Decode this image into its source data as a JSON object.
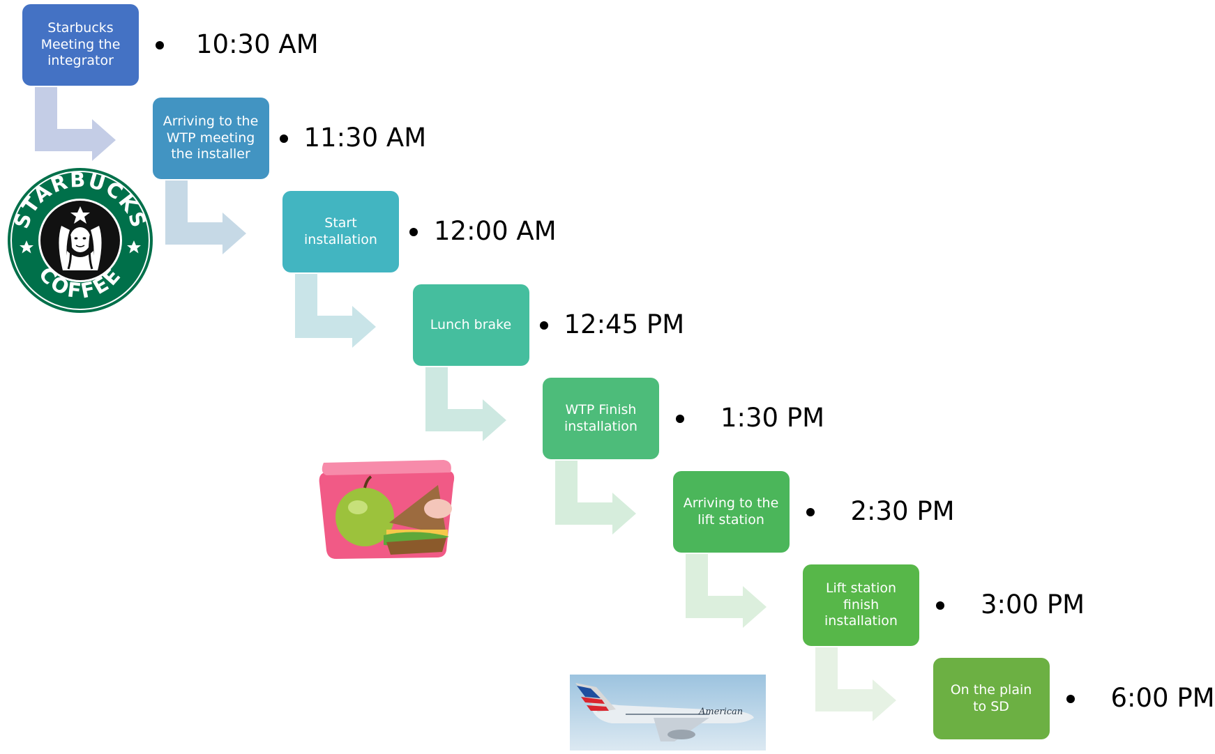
{
  "steps": [
    {
      "label": "Starbucks Meeting the integrator",
      "time": "10:30 AM",
      "color": "#4472C4"
    },
    {
      "label": "Arriving to the WTP meeting the installer",
      "time": "11:30 AM",
      "color": "#4294C2"
    },
    {
      "label": "Start installation",
      "time": "12:00 AM",
      "color": "#42B5C1"
    },
    {
      "label": "Lunch brake",
      "time": "12:45 PM",
      "color": "#45BE9E"
    },
    {
      "label": "WTP Finish installation",
      "time": "1:30 PM",
      "color": "#4DBC7A"
    },
    {
      "label": "Arriving to the lift station",
      "time": "2:30 PM",
      "color": "#4BB65A"
    },
    {
      "label": "Lift station finish installation",
      "time": "3:00 PM",
      "color": "#57B749"
    },
    {
      "label": "On the plain to SD",
      "time": "6:00 PM",
      "color": "#6CB043"
    }
  ],
  "arrow_colors": [
    "#C4CDE6",
    "#C6D9E6",
    "#C9E4E8",
    "#CDE8E1",
    "#D6EDDC",
    "#DCEFDD",
    "#E6F2E4"
  ],
  "pictures": {
    "starbucks_logo": {
      "top_text": "STARBUCKS",
      "bottom_text": "COFFEE",
      "ring_color": "#00704A"
    },
    "lunchbox": {
      "icon": "lunchbox-apple-sandwich"
    },
    "airplane": {
      "livery_text": "American",
      "icon": "american-airlines-airplane"
    }
  }
}
